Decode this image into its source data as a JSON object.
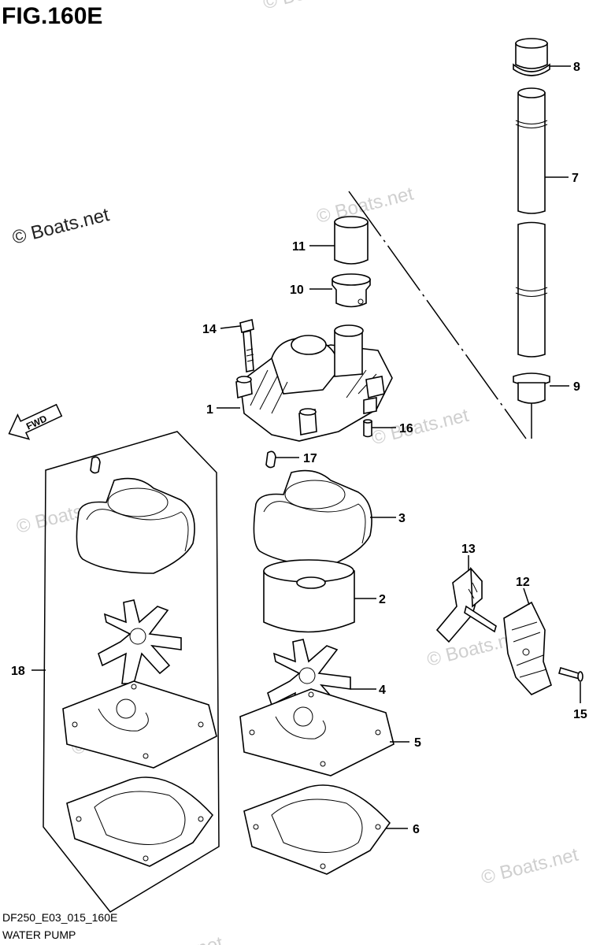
{
  "figure": {
    "title": "FIG.160E",
    "code": "DF250_E03_015_160E",
    "caption": "WATER PUMP",
    "direction_label": "FWD"
  },
  "watermarks": {
    "primary": "© Boats.net",
    "faint": "© Boats.net"
  },
  "callouts": [
    "1",
    "2",
    "3",
    "4",
    "5",
    "6",
    "7",
    "8",
    "9",
    "10",
    "11",
    "12",
    "13",
    "14",
    "15",
    "16",
    "17",
    "18"
  ]
}
